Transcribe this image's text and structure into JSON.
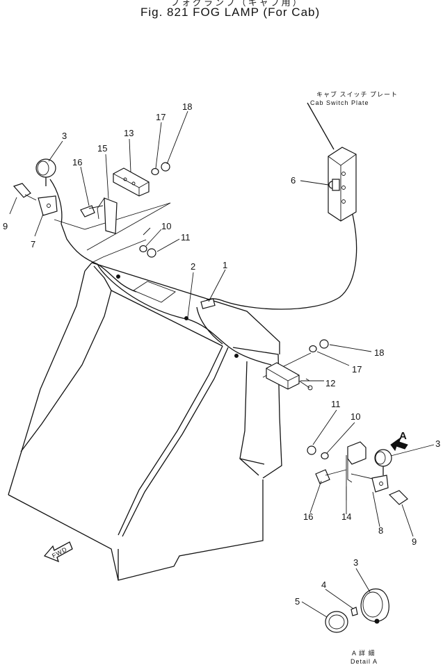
{
  "figure": {
    "title_jp": "フォグランプ（キャブ用）",
    "title": "Fig. 821  FOG  LAMP  (For  Cab)"
  },
  "callouts": {
    "cab_switch_plate_jp": "キャブ スイッチ プレート",
    "cab_switch_plate": "Cab  Switch  Plate",
    "detail_jp": "A  詳  細",
    "detail": "Detail  A",
    "detail_marker": "A",
    "fwd": "FWD"
  },
  "parts": {
    "p1": "1",
    "p2": "2",
    "p3a": "3",
    "p3b": "3",
    "p3c": "3",
    "p4": "4",
    "p5": "5",
    "p6": "6",
    "p7": "7",
    "p8": "8",
    "p9a": "9",
    "p9b": "9",
    "p10a": "10",
    "p10b": "10",
    "p11a": "11",
    "p11b": "11",
    "p12": "12",
    "p13": "13",
    "p14": "14",
    "p15": "15",
    "p16a": "16",
    "p16b": "16",
    "p17a": "17",
    "p17b": "17",
    "p18a": "18",
    "p18b": "18"
  }
}
